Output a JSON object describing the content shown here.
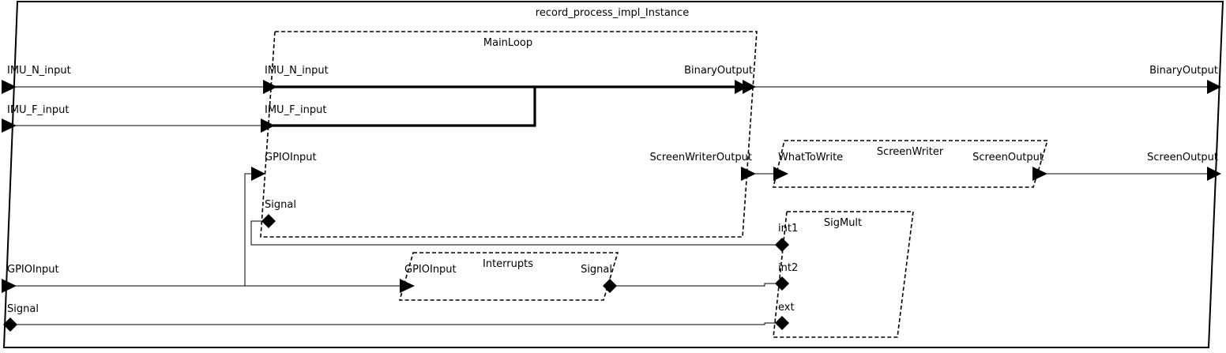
{
  "diagram": {
    "instance": {
      "title": "record_process_impl_Instance"
    },
    "outer_ports": {
      "imu_n_input": "IMU_N_input",
      "imu_f_input": "IMU_F_input",
      "gpio_input": "GPIOInput",
      "signal": "Signal",
      "binary_output": "BinaryOutput",
      "screen_output": "ScreenOutput"
    },
    "main_loop": {
      "title": "MainLoop",
      "ports": {
        "imu_n_input": "IMU_N_input",
        "imu_f_input": "IMU_F_input",
        "gpio_input": "GPIOInput",
        "signal": "Signal",
        "binary_output": "BinaryOutput",
        "screen_writer_output": "ScreenWriterOutput"
      }
    },
    "screen_writer": {
      "title": "ScreenWriter",
      "ports": {
        "what_to_write": "WhatToWrite",
        "screen_output": "ScreenOutput"
      }
    },
    "sig_mult": {
      "title": "SigMult",
      "ports": {
        "int1": "int1",
        "int2": "int2",
        "ext": "ext"
      }
    },
    "interrupts": {
      "title": "Interrupts",
      "ports": {
        "gpio_input": "GPIOInput",
        "signal": "Signal"
      }
    }
  }
}
